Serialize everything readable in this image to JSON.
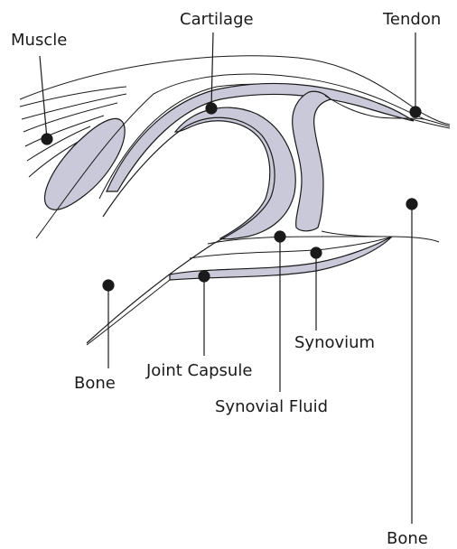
{
  "labels": {
    "muscle": "Muscle",
    "cartilage": "Cartilage",
    "tendon": "Tendon",
    "bone_left": "Bone",
    "joint_capsule": "Joint Capsule",
    "synovium": "Synovium",
    "synovial_fluid": "Synovial Fluid",
    "bone_right": "Bone"
  },
  "colors": {
    "tissue_fill": "#c9c9d9",
    "outline": "#1a1a1a"
  }
}
